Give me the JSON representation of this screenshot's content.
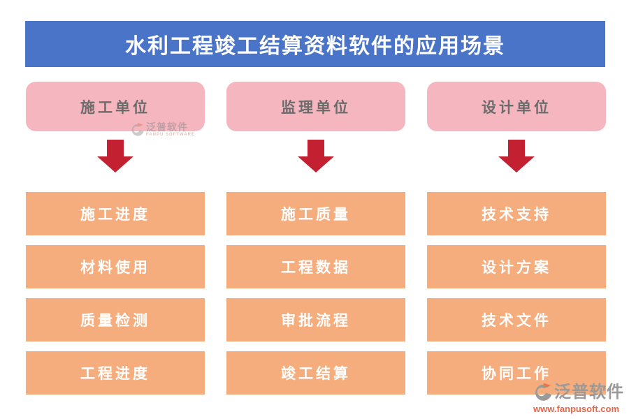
{
  "title": "水利工程竣工结算资料软件的应用场景",
  "colors": {
    "banner_blue": "#4a74c8",
    "header_pink": "#f5b6c0",
    "item_orange": "#f5ad7d",
    "arrow_red": "#c32032",
    "pink_text_gray": "#6b6b6b",
    "item_text_white": "#ffffff"
  },
  "columns": [
    {
      "header": "施工单位",
      "items": [
        "施工进度",
        "材料使用",
        "质量检测",
        "工程进度"
      ]
    },
    {
      "header": "监理单位",
      "items": [
        "施工质量",
        "工程数据",
        "审批流程",
        "竣工结算"
      ]
    },
    {
      "header": "设计单位",
      "items": [
        "技术支持",
        "设计方案",
        "技术文件",
        "协同工作"
      ]
    }
  ],
  "watermark": {
    "brand": "泛普软件",
    "brand_sub": "FANPU SOFTWARE"
  },
  "footer_logo": {
    "brand": "泛普软件",
    "url": "www.fanpusoft.com"
  }
}
